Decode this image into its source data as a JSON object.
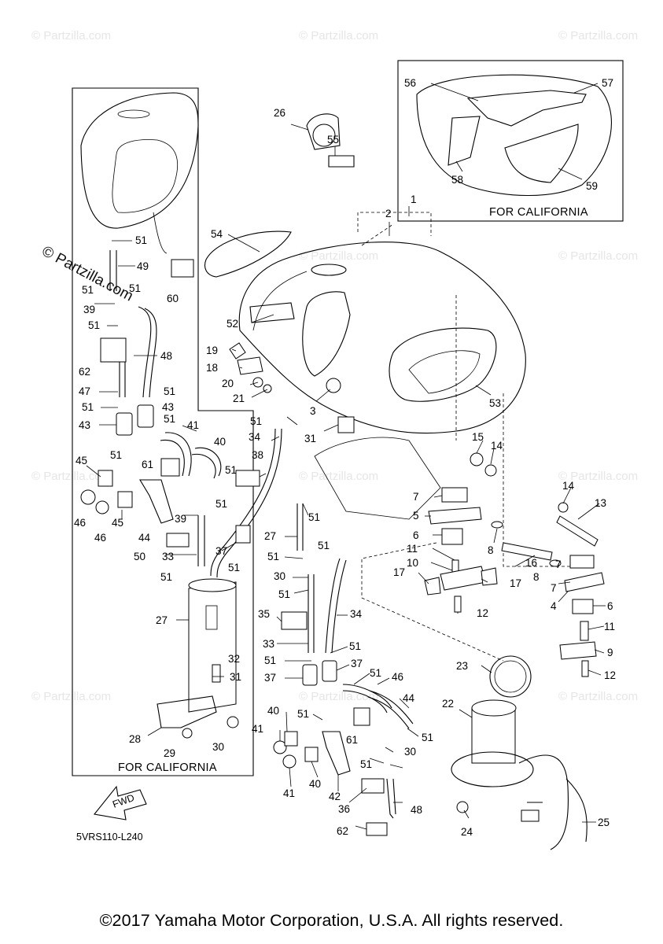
{
  "watermark": {
    "text": "© Partzilla.com",
    "prominent_text": "© Partzilla.com"
  },
  "diagram_code": "5VRS110-L240",
  "fwd_label": "FWD",
  "california_box_caption": "FOR CALIFORNIA",
  "california_inset_caption": "FOR CALIFORNIA",
  "copyright": "©2017 Yamaha Motor Corporation, U.S.A. All rights reserved.",
  "part_labels": {
    "p1": "1",
    "p2": "2",
    "p3": "3",
    "p4": "4",
    "p5": "5",
    "p6a": "6",
    "p6b": "6",
    "p7a": "7",
    "p7b": "7",
    "p7c": "7",
    "p8a": "8",
    "p8b": "8",
    "p9": "9",
    "p10": "10",
    "p11a": "11",
    "p11b": "11",
    "p12a": "12",
    "p12b": "12",
    "p13": "13",
    "p14a": "14",
    "p14b": "14",
    "p15": "15",
    "p16": "16",
    "p17a": "17",
    "p17b": "17",
    "p18": "18",
    "p19": "19",
    "p20": "20",
    "p21": "21",
    "p22": "22",
    "p23": "23",
    "p24": "24",
    "p25": "25",
    "p26": "26",
    "p27a": "27",
    "p27b": "27",
    "p28": "28",
    "p29": "29",
    "p30a": "30",
    "p30b": "30",
    "p30c": "30",
    "p31a": "31",
    "p31b": "31",
    "p32": "32",
    "p33a": "33",
    "p33b": "33",
    "p34a": "34",
    "p34b": "34",
    "p35": "35",
    "p36": "36",
    "p37a": "37",
    "p37b": "37",
    "p37c": "37",
    "p38": "38",
    "p39a": "39",
    "p39b": "39",
    "p40a": "40",
    "p40b": "40",
    "p40c": "40",
    "p41a": "41",
    "p41b": "41",
    "p41c": "41",
    "p42": "42",
    "p43a": "43",
    "p43b": "43",
    "p44a": "44",
    "p44b": "44",
    "p45a": "45",
    "p45b": "45",
    "p46a": "46",
    "p46b": "46",
    "p46c": "46",
    "p47": "47",
    "p48a": "48",
    "p48b": "48",
    "p49": "49",
    "p50": "50",
    "p51a": "51",
    "p51b": "51",
    "p51c": "51",
    "p51d": "51",
    "p51e": "51",
    "p51f": "51",
    "p51g": "51",
    "p51h": "51",
    "p51i": "51",
    "p51j": "51",
    "p51k": "51",
    "p51l": "51",
    "p51m": "51",
    "p51n": "51",
    "p51o": "51",
    "p51p": "51",
    "p51q": "51",
    "p51r": "51",
    "p51s": "51",
    "p51t": "51",
    "p51u": "51",
    "p51v": "51",
    "p51w": "51",
    "p52": "52",
    "p53": "53",
    "p54": "54",
    "p55": "55",
    "p56": "56",
    "p57": "57",
    "p58": "58",
    "p59": "59",
    "p60": "60",
    "p61a": "61",
    "p61b": "61",
    "p62a": "62",
    "p62b": "62"
  }
}
